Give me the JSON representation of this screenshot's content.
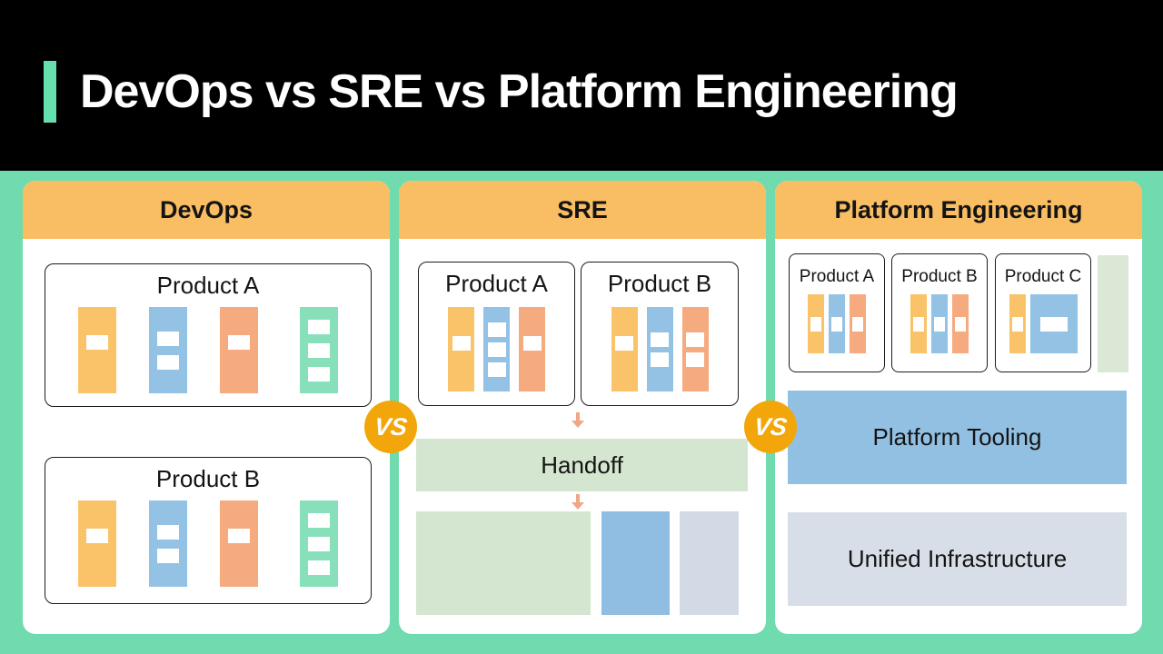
{
  "header": {
    "title": "DevOps vs SRE vs Platform Engineering"
  },
  "panels": {
    "devops": {
      "title": "DevOps",
      "products": [
        {
          "name": "Product A",
          "bars": [
            {
              "color": "orange",
              "notches": 1
            },
            {
              "color": "blue",
              "notches": 2
            },
            {
              "color": "salmon",
              "notches": 1
            },
            {
              "color": "green",
              "notches": 3
            }
          ]
        },
        {
          "name": "Product B",
          "bars": [
            {
              "color": "orange",
              "notches": 1
            },
            {
              "color": "blue",
              "notches": 2
            },
            {
              "color": "salmon",
              "notches": 1
            },
            {
              "color": "green",
              "notches": 3
            }
          ]
        }
      ]
    },
    "sre": {
      "title": "SRE",
      "handoff_label": "Handoff",
      "products": [
        {
          "name": "Product A",
          "bars": [
            {
              "color": "orange",
              "notches": 1
            },
            {
              "color": "blue",
              "notches": 3
            },
            {
              "color": "salmon",
              "notches": 1
            }
          ]
        },
        {
          "name": "Product B",
          "bars": [
            {
              "color": "orange",
              "notches": 1
            },
            {
              "color": "blue",
              "notches": 2
            },
            {
              "color": "salmon",
              "notches": 2
            }
          ]
        }
      ]
    },
    "platform": {
      "title": "Platform Engineering",
      "tooling_label": "Platform Tooling",
      "infra_label": "Unified Infrastructure",
      "products": [
        {
          "name": "Product A",
          "bars": [
            {
              "color": "orange",
              "notches": 1
            },
            {
              "color": "blue",
              "notches": 1
            },
            {
              "color": "salmon",
              "notches": 1
            }
          ]
        },
        {
          "name": "Product B",
          "bars": [
            {
              "color": "orange",
              "notches": 1
            },
            {
              "color": "blue",
              "notches": 1
            },
            {
              "color": "salmon",
              "notches": 1
            }
          ]
        },
        {
          "name": "Product C",
          "bars": [
            {
              "color": "orange",
              "notches": 1
            },
            {
              "color": "blue",
              "notches": 1,
              "wide": true
            }
          ]
        }
      ]
    }
  },
  "vs_badge": {
    "label": "VS"
  },
  "colors": {
    "canvas_teal": "#6FDBAE",
    "header_black": "#000000",
    "title_white": "#FFFFFF",
    "accent_teal": "#66DFAE",
    "panel_white": "#FFFFFF",
    "header_orange": "#F9BE63",
    "text_dark": "#141414",
    "box_border": "#1C1C1C",
    "bar_orange": "#FAC369",
    "bar_blue": "#93C2E5",
    "bar_salmon": "#F5AA7F",
    "bar_green": "#88E0BB",
    "notch_white": "#FFFFFF",
    "handoff_green": "#D5E6D0",
    "block_green": "#D5E6D0",
    "block_blue": "#90BEE2",
    "block_gray": "#D2DAE5",
    "tooling_blue": "#92C0E3",
    "infra_gray": "#D7DEE8",
    "strip_green": "#DAE8D5",
    "vs_orange": "#F2A60A",
    "arrow_salmon": "#F1A685"
  }
}
